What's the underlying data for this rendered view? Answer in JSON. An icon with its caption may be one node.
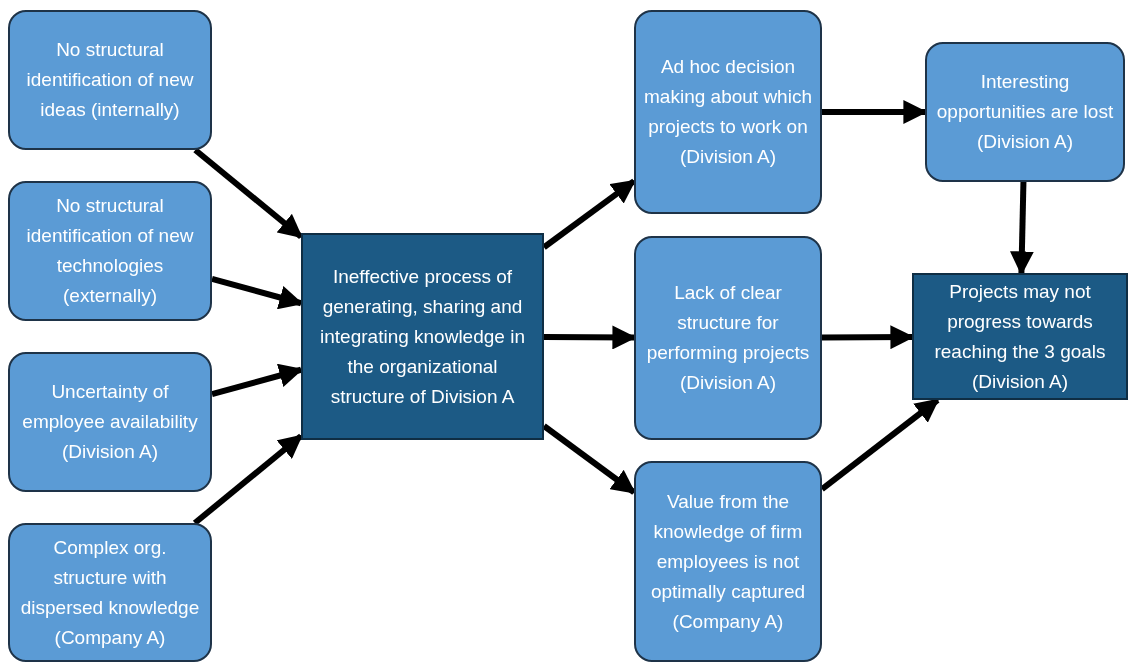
{
  "diagram": {
    "nodes": [
      {
        "text": [
          "No structural identification of new ideas (internally)"
        ]
      },
      {
        "text": [
          "No structural identification of new technologies (externally)"
        ]
      },
      {
        "text": [
          "Uncertainty of employee availability (Division A)"
        ]
      },
      {
        "text": [
          "Complex org. structure with dispersed knowledge (Company A)"
        ]
      },
      {
        "text": [
          "Ineffective process of generating, sharing and integrating knowledge in the organizational structure of Division A"
        ]
      },
      {
        "text": [
          "Ad hoc decision making about which projects to work on (Division A)"
        ]
      },
      {
        "text": [
          "Lack of clear structure for performing projects (Division A)"
        ]
      },
      {
        "text": [
          "Value from the knowledge of firm employees is not optimally captured (Company A)"
        ]
      },
      {
        "text": [
          "Interesting opportunities are lost (Division A)"
        ]
      },
      {
        "text": [
          "Projects may not progress towards reaching the 3 goals (Division A)"
        ]
      }
    ],
    "edges": [
      {
        "from": 0,
        "to": 4,
        "arrow": "to"
      },
      {
        "from": 1,
        "to": 4,
        "arrow": "to"
      },
      {
        "from": 2,
        "to": 4,
        "arrow": "to"
      },
      {
        "from": 3,
        "to": 4,
        "arrow": "to"
      },
      {
        "from": 4,
        "to": 5,
        "arrow": "to"
      },
      {
        "from": 4,
        "to": 6,
        "arrow": "to"
      },
      {
        "from": 4,
        "to": 7,
        "arrow": "to"
      },
      {
        "from": 5,
        "to": 8,
        "arrow": "to"
      },
      {
        "from": 8,
        "to": 9,
        "arrow": "to"
      },
      {
        "from": 6,
        "to": 9,
        "arrow": "to"
      },
      {
        "from": 7,
        "to": 9,
        "arrow": "to"
      }
    ]
  }
}
